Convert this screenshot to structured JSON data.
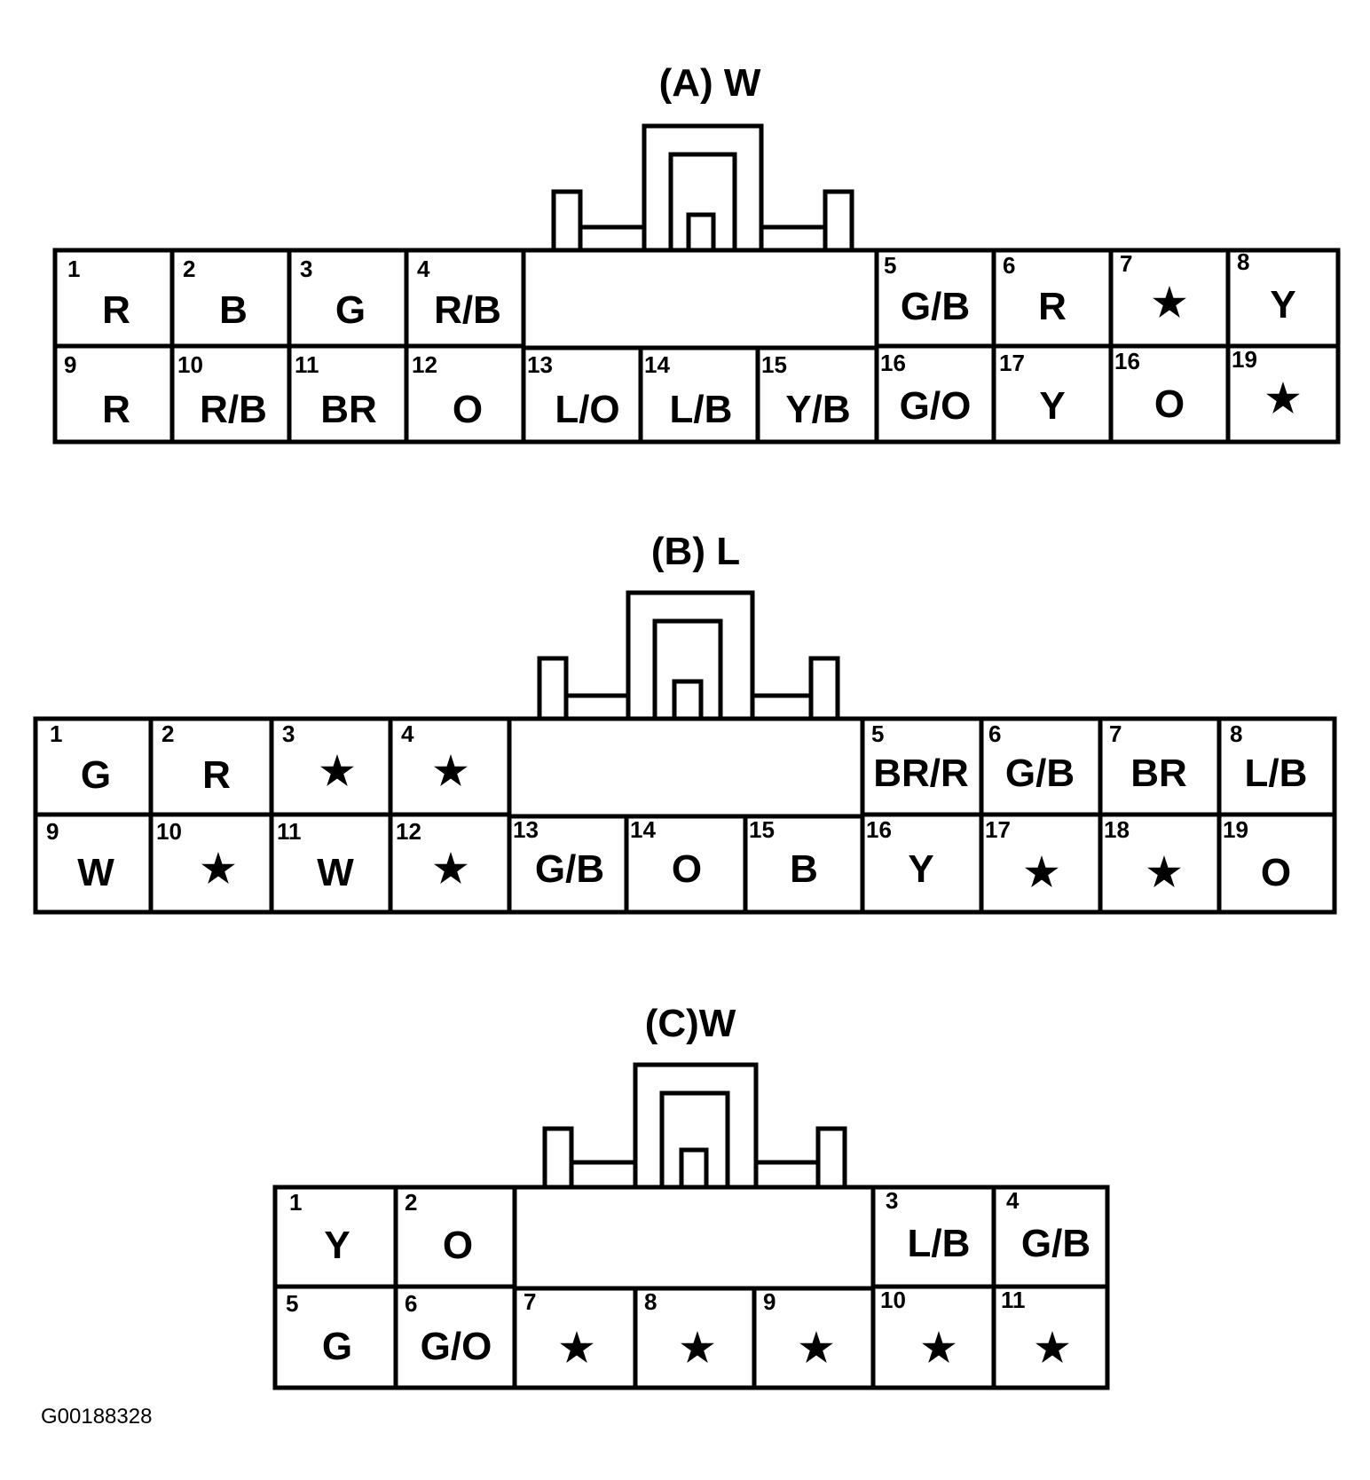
{
  "connectors": [
    {
      "id": "A",
      "title": "(A) W",
      "pins": [
        {
          "num": "1",
          "color": "R"
        },
        {
          "num": "2",
          "color": "B"
        },
        {
          "num": "3",
          "color": "G"
        },
        {
          "num": "4",
          "color": "R/B"
        },
        {
          "num": "5",
          "color": "G/B"
        },
        {
          "num": "6",
          "color": "R"
        },
        {
          "num": "7",
          "color": "★"
        },
        {
          "num": "8",
          "color": "Y"
        },
        {
          "num": "9",
          "color": "R"
        },
        {
          "num": "10",
          "color": "R/B"
        },
        {
          "num": "11",
          "color": "BR"
        },
        {
          "num": "12",
          "color": "O"
        },
        {
          "num": "13",
          "color": "L/O"
        },
        {
          "num": "14",
          "color": "L/B"
        },
        {
          "num": "15",
          "color": "Y/B"
        },
        {
          "num": "16",
          "color": "G/O"
        },
        {
          "num": "17",
          "color": "Y"
        },
        {
          "num": "16",
          "color": "O"
        },
        {
          "num": "19",
          "color": "★"
        }
      ]
    },
    {
      "id": "B",
      "title": "(B) L",
      "pins": [
        {
          "num": "1",
          "color": "G"
        },
        {
          "num": "2",
          "color": "R"
        },
        {
          "num": "3",
          "color": "★"
        },
        {
          "num": "4",
          "color": "★"
        },
        {
          "num": "5",
          "color": "BR/R"
        },
        {
          "num": "6",
          "color": "G/B"
        },
        {
          "num": "7",
          "color": "BR"
        },
        {
          "num": "8",
          "color": "L/B"
        },
        {
          "num": "9",
          "color": "W"
        },
        {
          "num": "10",
          "color": "★"
        },
        {
          "num": "11",
          "color": "W"
        },
        {
          "num": "12",
          "color": "★"
        },
        {
          "num": "13",
          "color": "G/B"
        },
        {
          "num": "14",
          "color": "O"
        },
        {
          "num": "15",
          "color": "B"
        },
        {
          "num": "16",
          "color": "Y"
        },
        {
          "num": "17",
          "color": "★"
        },
        {
          "num": "18",
          "color": "★"
        },
        {
          "num": "19",
          "color": "O"
        }
      ]
    },
    {
      "id": "C",
      "title": "(C)W",
      "pins": [
        {
          "num": "1",
          "color": "Y"
        },
        {
          "num": "2",
          "color": "O"
        },
        {
          "num": "3",
          "color": "L/B"
        },
        {
          "num": "4",
          "color": "G/B"
        },
        {
          "num": "5",
          "color": "G"
        },
        {
          "num": "6",
          "color": "G/O"
        },
        {
          "num": "7",
          "color": "★"
        },
        {
          "num": "8",
          "color": "★"
        },
        {
          "num": "9",
          "color": "★"
        },
        {
          "num": "10",
          "color": "★"
        },
        {
          "num": "11",
          "color": "★"
        }
      ]
    }
  ],
  "figure_id": "G00188328"
}
